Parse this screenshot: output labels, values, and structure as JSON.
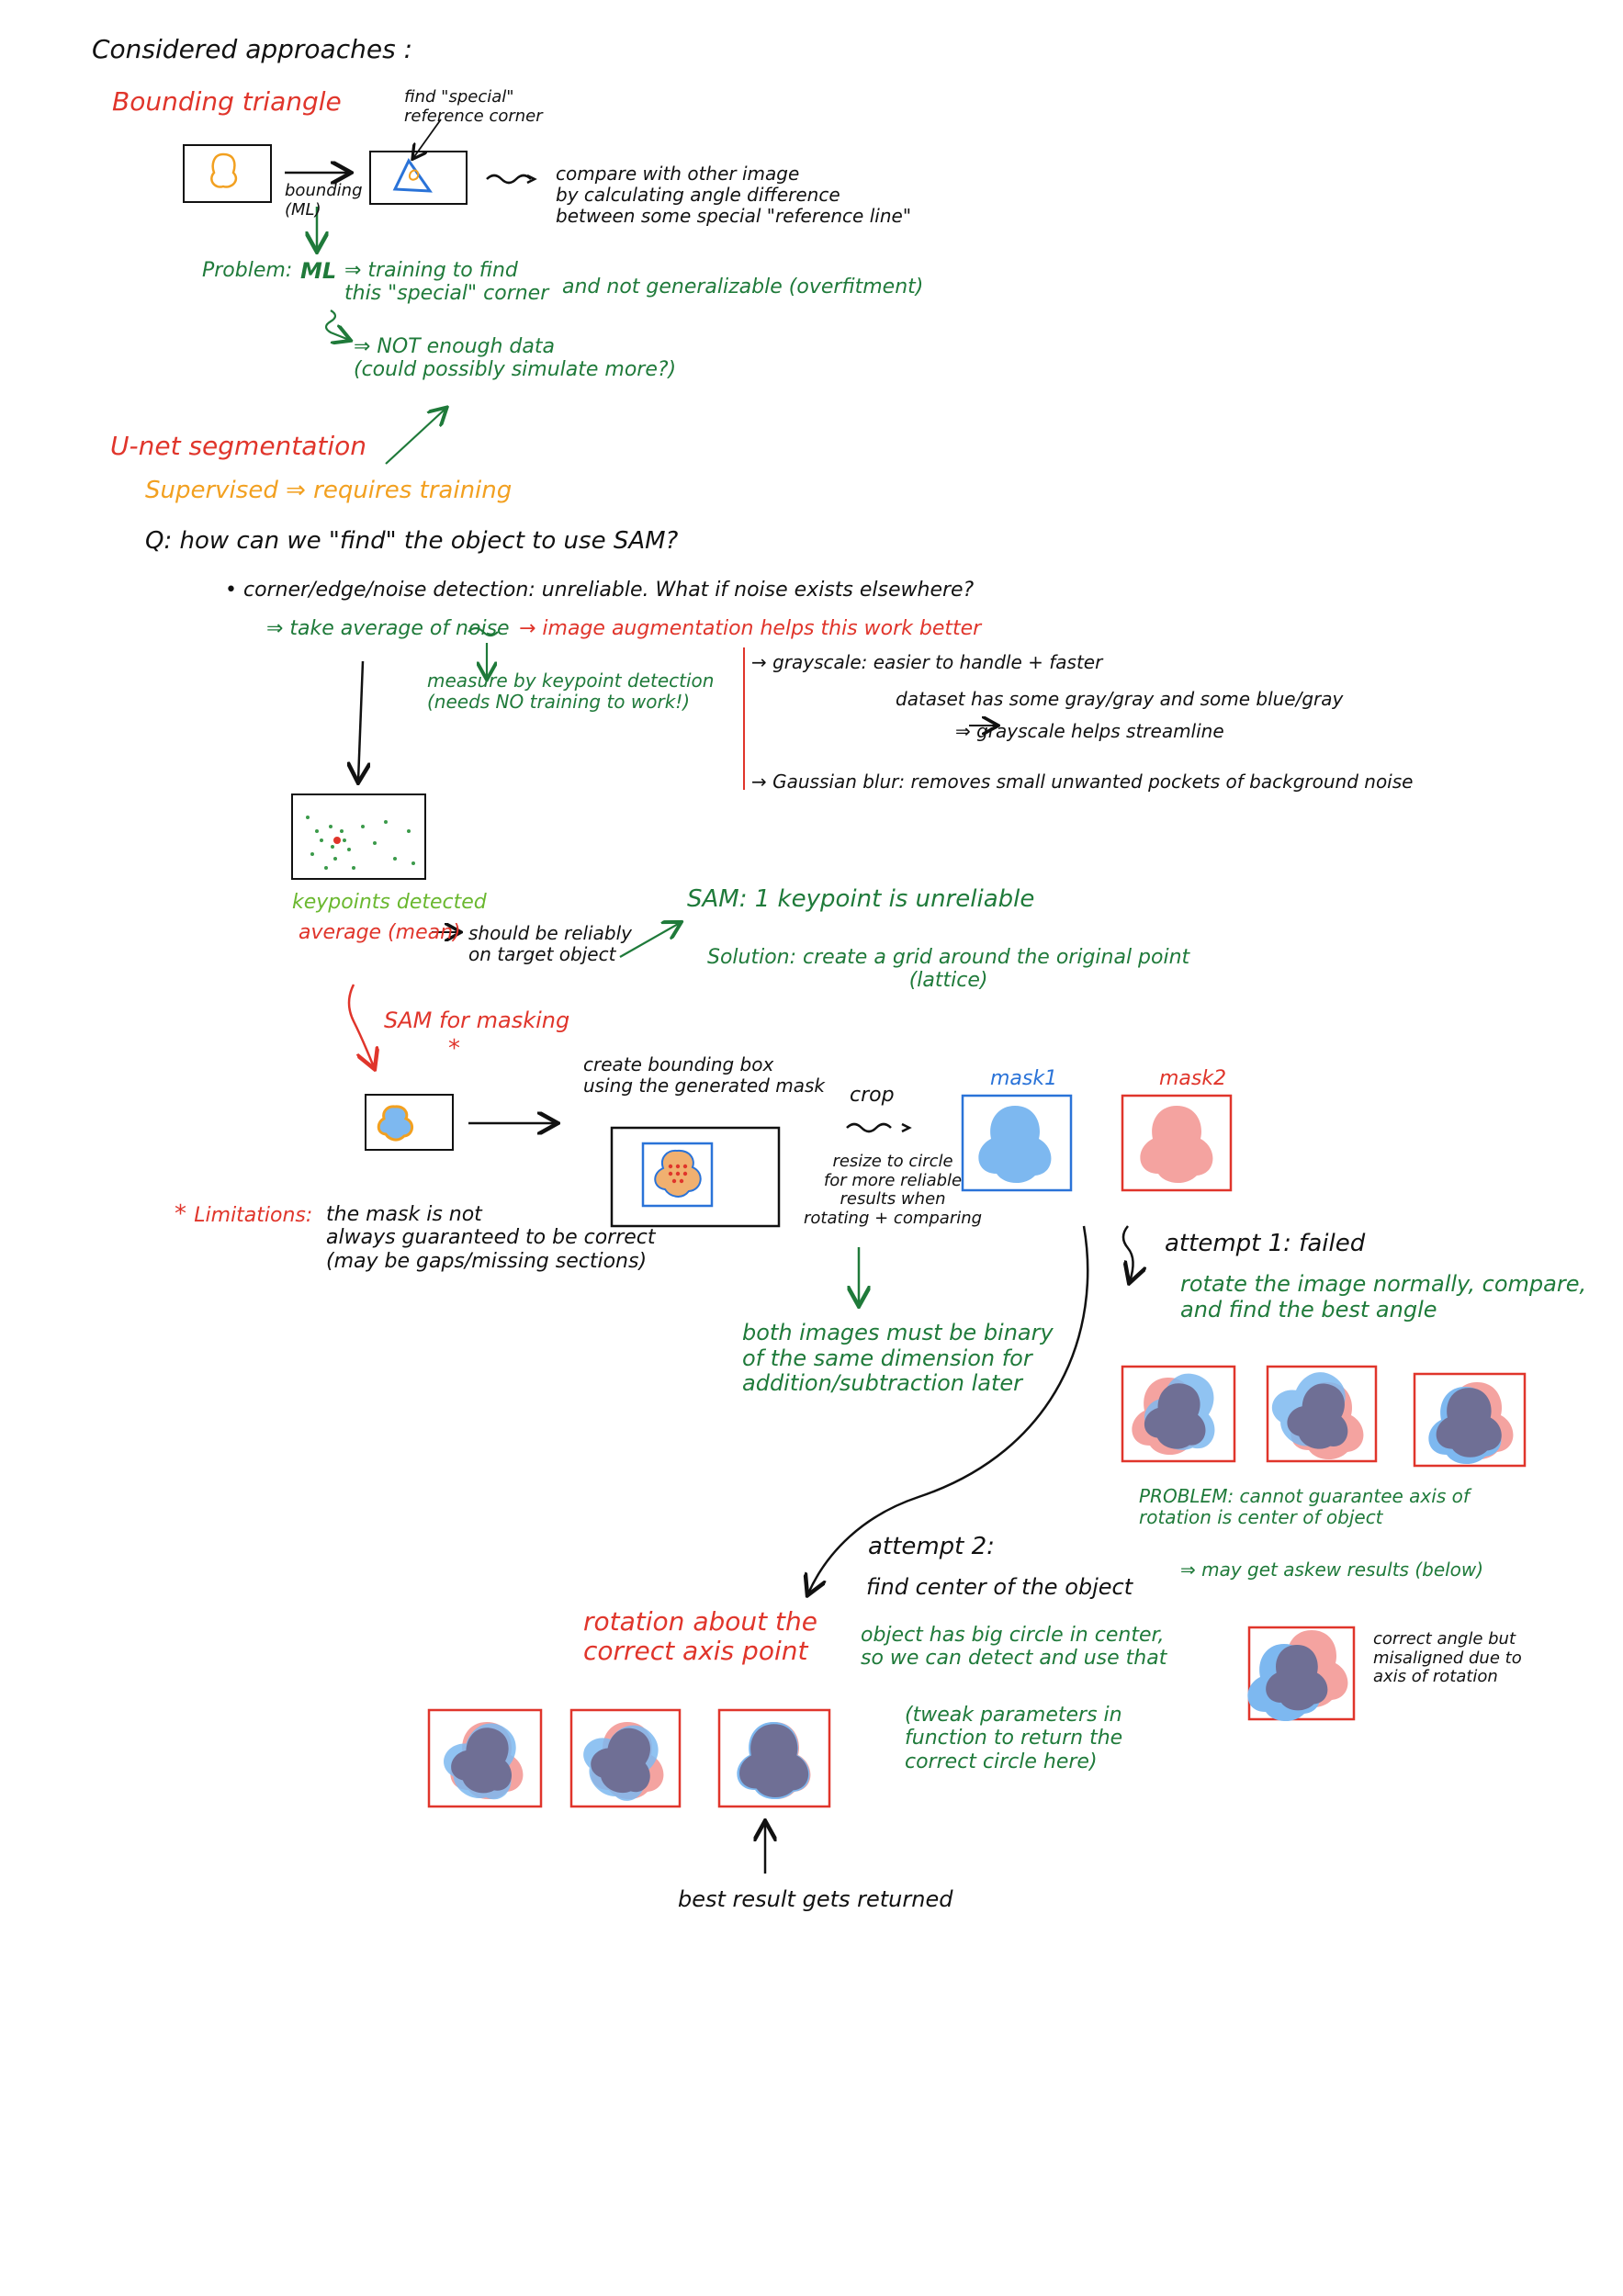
{
  "colors": {
    "ink": "#111111",
    "red": "#e0352b",
    "green": "#1f7a3a",
    "orange": "#f2a020",
    "blue": "#2a73d8",
    "pink": "#f4a3a0",
    "lightblue": "#7db8f0",
    "overlap": "#6f6f95"
  },
  "header": {
    "title": "Considered approaches :"
  },
  "bounding": {
    "heading": "Bounding triangle",
    "find_note": "find \"special\"\nreference corner",
    "bounding_label": "bounding\n(ML)",
    "compare_note": "compare with other image\nby calculating angle difference\nbetween some special \"reference line\"",
    "problem_label": "Problem:",
    "ml_label": "ML",
    "problem_training": "⇒ training to find\nthis \"special\" corner",
    "problem_overfit": "and not generalizable (overfitment)",
    "problem_data": "⇒ NOT enough data\n(could possibly simulate more?)"
  },
  "unet": {
    "heading": "U-net segmentation",
    "supervised": "Supervised ⇒ requires training"
  },
  "question": "Q: how can we \"find\" the object to use SAM?",
  "noise": {
    "bullet": "• corner/edge/noise detection: unreliable. What if noise exists elsewhere?",
    "take_average": "⇒ take average of noise",
    "augment": "→ image augmentation helps this work better",
    "measure": "measure by keypoint detection\n(needs NO training to work!)",
    "grayscale": "→ grayscale: easier to handle + faster",
    "dataset": "dataset has some gray/gray and some blue/gray",
    "streamline": "⇒ grayscale helps streamline",
    "gaussian": "→ Gaussian blur: removes small unwanted pockets of background noise"
  },
  "keypoints": {
    "detected": "keypoints detected",
    "average": "average (mean)",
    "reliably": "should be reliably\non target object",
    "sam_title": "SAM: 1 keypoint is unreliable",
    "solution": "Solution: create a grid around the original point\n(lattice)"
  },
  "sam": {
    "masking": "SAM for masking",
    "create_box": "create bounding box\nusing the generated mask",
    "crop": "crop",
    "resize": "resize to circle\nfor more reliable\nresults when\nrotating + comparing",
    "binary": "both images must be binary\nof the same dimension for\naddition/subtraction later",
    "mask1": "mask1",
    "mask2": "mask2",
    "limitations_label": "Limitations:",
    "limitations_text": "the mask is not\nalways guaranteed to be correct\n(may be gaps/missing sections)"
  },
  "attempt1": {
    "title": "attempt 1: failed",
    "desc": "rotate the image normally, compare,\nand find the best angle",
    "problem": "PROBLEM: cannot guarantee axis of\nrotation is center of object",
    "askew": "⇒ may get askew results (below)",
    "correct_angle": "correct angle but\nmisaligned due to\naxis of rotation"
  },
  "attempt2": {
    "title": "attempt 2:",
    "find_center": "find center of the object",
    "big_circle": "object has big circle in center,\nso we can detect and use that",
    "tweak": "(tweak parameters in\nfunction to return the\ncorrect circle here)",
    "rotation": "rotation about the\ncorrect axis point",
    "best": "best result gets returned"
  }
}
